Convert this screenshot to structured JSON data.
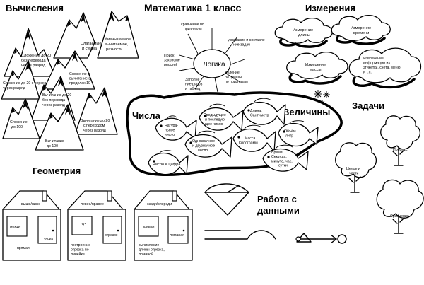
{
  "title": "Математика 1 класс",
  "sections": {
    "calculations": "Вычисления",
    "measurements": "Измерения",
    "numbers": "Числа",
    "quantities": "Величины",
    "tasks": "Задачи",
    "geometry": "Геометрия",
    "data_line1": "Работа с",
    "data_line2": "данными",
    "logic": "Логика"
  },
  "mountains": [
    [
      "Сложение до 20",
      "без перехода",
      "через разряд"
    ],
    [
      "Слагаемые",
      "и сумма"
    ],
    [
      "Уменьшаемое,",
      "вычитаемое,",
      "разность"
    ],
    [
      "Сложение до 20 с переходом",
      "через разряд"
    ],
    [
      "Сложение и",
      "вычитание в",
      "пределах 10"
    ],
    [
      "Вычитание до 20",
      "без перехода",
      "через разряд"
    ],
    [
      "Вычитание до 20",
      "с переходом",
      "через разряд"
    ],
    [
      "Сложение",
      "до 100"
    ],
    [
      "Вычитание",
      "до 100"
    ]
  ],
  "logic_rays": [
    [
      "сравнение по",
      "признакам"
    ],
    [
      "узнавание и составле",
      "ние задач"
    ],
    [
      "Поиск",
      "закономе",
      "рностей"
    ],
    [
      "Деление",
      "на группы",
      "по признакам"
    ],
    [
      "Заполне",
      "ние рядов",
      "и таблиц"
    ]
  ],
  "clouds": [
    [
      "Измерение",
      "длины"
    ],
    [
      "Измерение",
      "времени"
    ],
    [
      "Измерение",
      "массы"
    ],
    [
      "Извлечение",
      "информации из",
      "этикетки, счета, меню",
      "и т.п."
    ]
  ],
  "fish_numbers": [
    [
      "Натура-",
      "льное",
      "число"
    ],
    [
      "Предыдущее",
      "и последую-",
      "щее число"
    ],
    [
      "Однозначное",
      "и двузначное",
      "число"
    ],
    [
      "Число и цифра"
    ]
  ],
  "fish_quantities": [
    [
      "Длина.",
      "Сантиметр"
    ],
    [
      "Объём.",
      "литр"
    ],
    [
      "Масса.",
      "Килограмм"
    ],
    [
      "Время.",
      "Секунда,",
      "минута, час,",
      "сутки"
    ]
  ],
  "trees": [
    [
      "Процесс"
    ],
    [
      "Целое и",
      "части"
    ],
    [
      "Сравнение"
    ]
  ],
  "houses": [
    {
      "roof": "выше/ниже",
      "left": "между",
      "right": "точка",
      "bottom": "прямая"
    },
    {
      "roof": "левее/правее",
      "left": "луч",
      "right": "отрезок",
      "bottom": "построение\nотрезка по\nлинейке"
    },
    {
      "roof": "сзади/спереди",
      "left": "кривая",
      "right": "ломаная",
      "bottom": "вычисление\nдлины отрезка,\nломаной"
    }
  ]
}
